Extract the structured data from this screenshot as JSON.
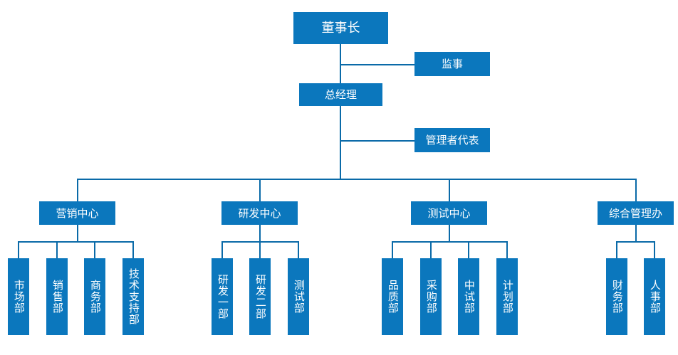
{
  "colors": {
    "box_fill": "#0b77bd",
    "line": "#0a6aa8",
    "text": "#ffffff",
    "background": "#ffffff"
  },
  "top": {
    "chairman": "董事长",
    "supervisor": "监事",
    "general_manager": "总经理",
    "management_representative": "管理者代表"
  },
  "centers": [
    {
      "name": "营销中心",
      "departments": [
        "市场部",
        "销售部",
        "商务部",
        "技术支持部"
      ]
    },
    {
      "name": "研发中心",
      "departments": [
        "研发一部",
        "研发二部",
        "测试部"
      ]
    },
    {
      "name": "测试中心",
      "departments": [
        "品质部",
        "采购部",
        "中试部",
        "计划部"
      ]
    },
    {
      "name": "综合管理办",
      "departments": [
        "财务部",
        "人事部"
      ]
    }
  ]
}
